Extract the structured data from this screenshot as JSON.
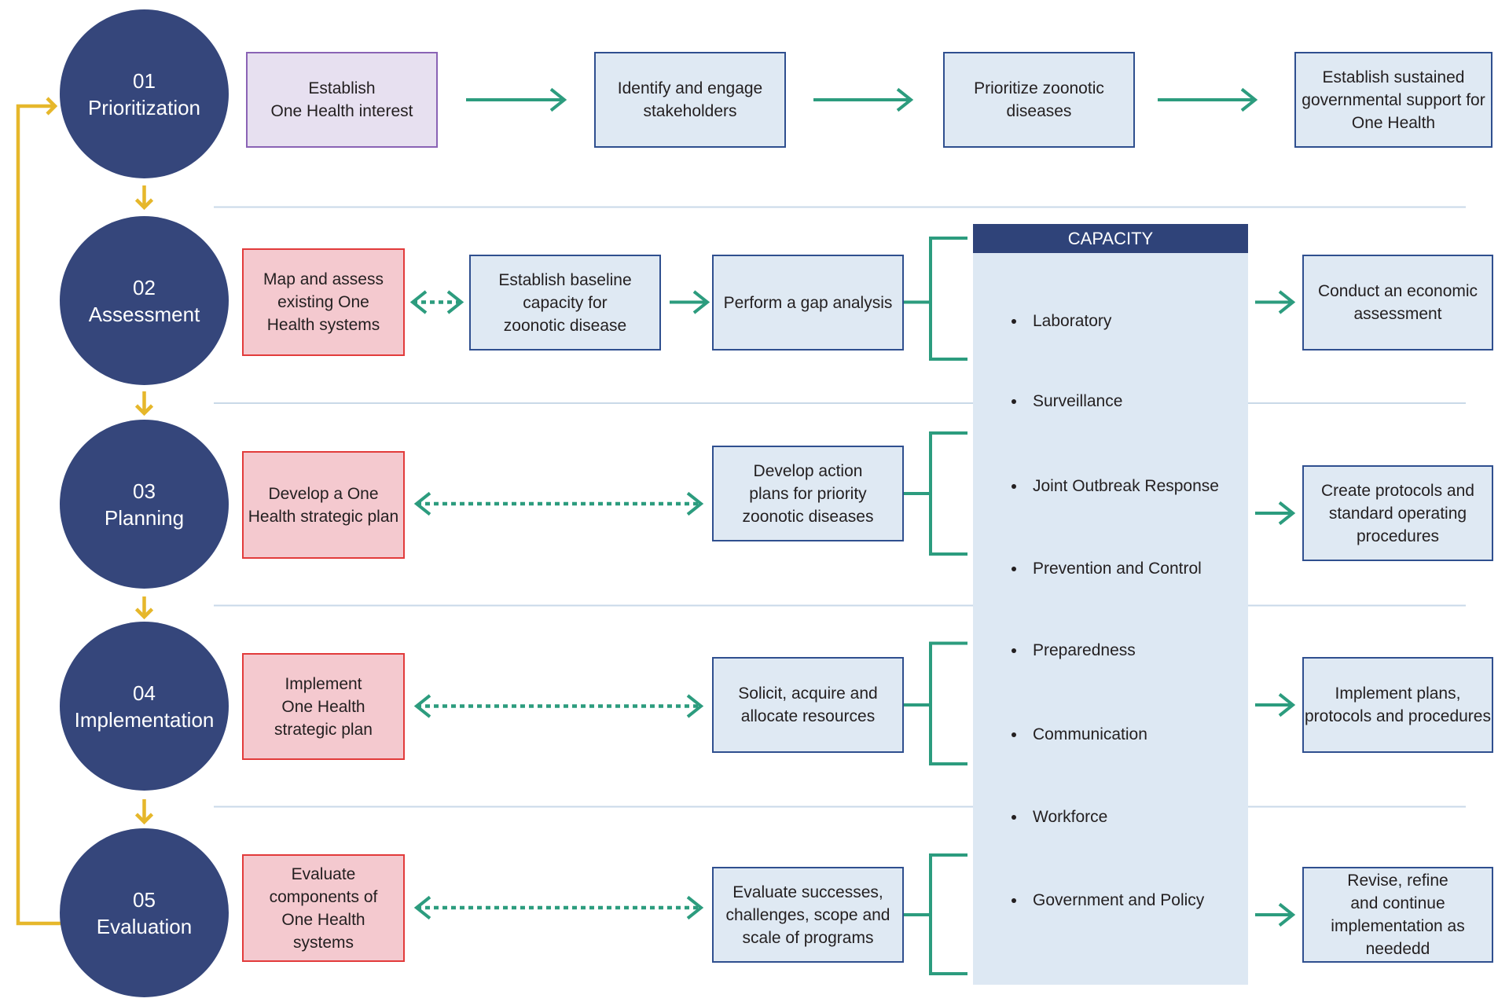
{
  "phases": [
    {
      "number": "01",
      "name": "Prioritization"
    },
    {
      "number": "02",
      "name": "Assessment"
    },
    {
      "number": "03",
      "name": "Planning"
    },
    {
      "number": "04",
      "name": "Implementation"
    },
    {
      "number": "05",
      "name": "Evaluation"
    }
  ],
  "prioritization": {
    "steps": [
      {
        "lines": [
          "Establish",
          "One Health interest"
        ]
      },
      {
        "lines": [
          "Identify and engage",
          "stakeholders"
        ]
      },
      {
        "lines": [
          "Prioritize zoonotic",
          "diseases"
        ]
      },
      {
        "lines": [
          "Establish sustained",
          "governmental support for",
          "One Health"
        ]
      }
    ]
  },
  "assessment": {
    "systems_box": {
      "lines": [
        "Map and assess",
        "existing One",
        "Health systems"
      ]
    },
    "baseline_box": {
      "lines": [
        "Establish baseline",
        "capacity for",
        "zoonotic disease"
      ]
    },
    "gap_box": {
      "lines": [
        "Perform a gap analysis"
      ]
    },
    "outcome_box": {
      "lines": [
        "Conduct an economic",
        "assessment"
      ]
    }
  },
  "planning": {
    "systems_box": {
      "lines": [
        "Develop a One",
        "Health strategic plan"
      ]
    },
    "action_box": {
      "lines": [
        "Develop action",
        "plans for priority",
        "zoonotic diseases"
      ]
    },
    "outcome_box": {
      "lines": [
        "Create protocols and",
        "standard operating",
        "procedures"
      ]
    }
  },
  "implementation": {
    "systems_box": {
      "lines": [
        "Implement",
        "One Health",
        "strategic plan"
      ]
    },
    "action_box": {
      "lines": [
        "Solicit, acquire and",
        "allocate resources"
      ]
    },
    "outcome_box": {
      "lines": [
        "Implement plans,",
        "protocols and procedures"
      ]
    }
  },
  "evaluation": {
    "systems_box": {
      "lines": [
        "Evaluate",
        "components of",
        "One Health",
        "systems"
      ]
    },
    "action_box": {
      "lines": [
        "Evaluate successes,",
        "challenges, scope and",
        "scale of programs"
      ]
    },
    "outcome_box": {
      "lines": [
        "Revise, refine",
        "and continue",
        "implementation as",
        "neededd"
      ]
    }
  },
  "capacity": {
    "title": "CAPACITY",
    "items": [
      "Laboratory",
      "Surveillance",
      "Joint Outbreak Response",
      "Prevention and Control",
      "Preparedness",
      "Communication",
      "Workforce",
      "Government and Policy"
    ]
  },
  "colors": {
    "phase_circle": "#35467b",
    "phase_arrow": "#e6b72b",
    "flow_arrow": "#2c9c7e",
    "step_fill": "#dfe9f3",
    "step_border": "#2f4f8f",
    "interest_fill": "#e7e0f0",
    "interest_border": "#8a63b5",
    "systems_fill": "#f4c9cf",
    "systems_border": "#e23b3b",
    "capacity_header": "#2f4379",
    "capacity_fill": "#dde8f3",
    "divider": "#c9d9e8"
  }
}
